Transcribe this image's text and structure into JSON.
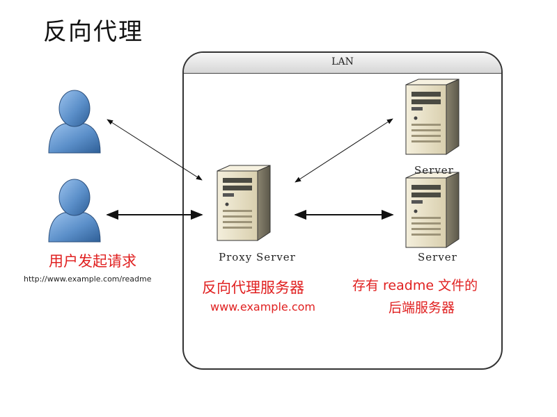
{
  "title": "反向代理",
  "lan": {
    "label": "LAN"
  },
  "proxy": {
    "label": "Proxy Server",
    "caption": "反向代理服务器",
    "domain": "www.example.com"
  },
  "servers": [
    {
      "label": "Server"
    },
    {
      "label": "Server"
    }
  ],
  "backend": {
    "caption_line1": "存有 readme 文件的",
    "caption_line2": "后端服务器"
  },
  "user": {
    "caption": "用户发起请求",
    "url": "http://www.example.com/readme"
  },
  "colors": {
    "annotation": "#e02020",
    "user_icon": "#5b8fc9",
    "server_body": "#e8dfc4"
  }
}
